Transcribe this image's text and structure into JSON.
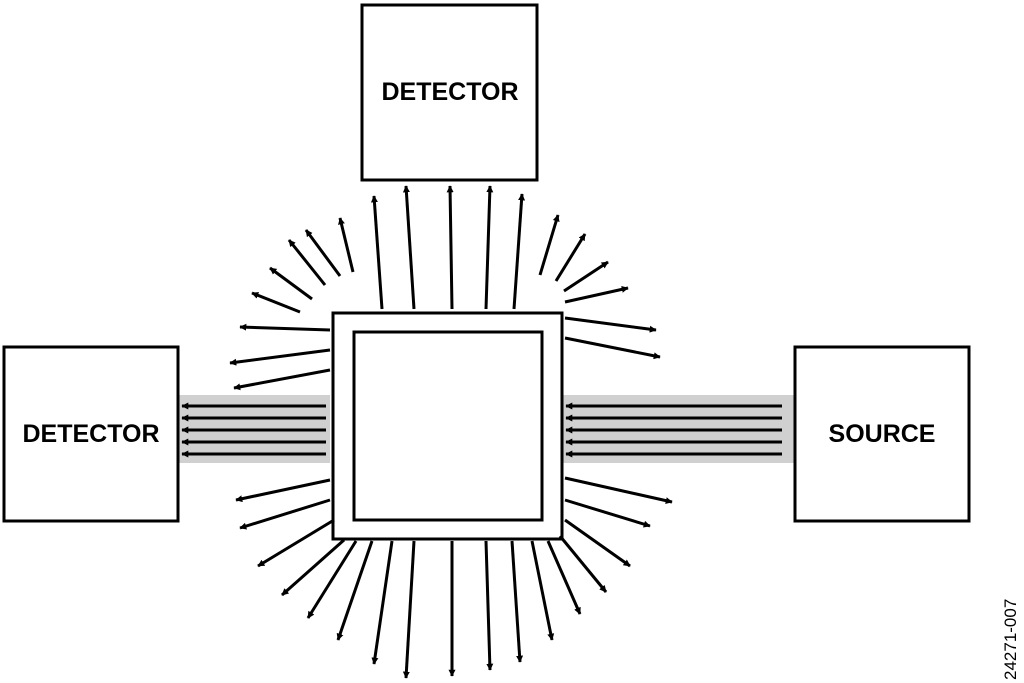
{
  "boxes": {
    "top_detector": "DETECTOR",
    "left_detector": "DETECTOR",
    "source": "SOURCE"
  },
  "figure_id": "24271-007",
  "colors": {
    "stroke": "#000000",
    "beam": "#d0d0d0",
    "background": "#ffffff"
  }
}
